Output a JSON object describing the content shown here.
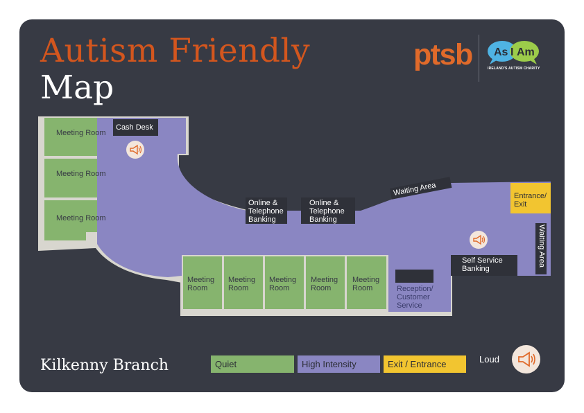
{
  "header": {
    "title_line1": "Autism Friendly",
    "title_line2": "Map",
    "logo_ptsb": "ptsb",
    "logo_asiam_parts": [
      "As",
      "I",
      "Am"
    ],
    "logo_asiam_sub": "IRELAND'S AUTISM CHARITY"
  },
  "rooms": {
    "meeting_room": "Meeting Room",
    "cash_desk": "Cash Desk",
    "online_banking_1": "Online & Telephone Banking",
    "online_banking_2": "Online & Telephone Banking",
    "waiting_area_top": "Waiting Area",
    "waiting_area_right": "Waiting Area",
    "entrance_exit": "Entrance/ Exit",
    "self_service": "Self Service Banking",
    "reception": "Reception/ Customer Service"
  },
  "icons": {
    "loud_markers": [
      "megaphone-icon",
      "megaphone-icon"
    ]
  },
  "footer": {
    "branch": "Kilkenny Branch",
    "legend": [
      {
        "label": "Quiet",
        "color": "#86b46e"
      },
      {
        "label": "High Intensity",
        "color": "#8a86c2"
      },
      {
        "label": "Exit / Entrance",
        "color": "#f2c530"
      }
    ],
    "loud_label": "Loud"
  },
  "colors": {
    "background": "#373a44",
    "quiet": "#86b46e",
    "high_intensity": "#8a86c2",
    "exit": "#f2c530",
    "title_accent": "#d3561e",
    "wall": "#d8d6cf"
  }
}
